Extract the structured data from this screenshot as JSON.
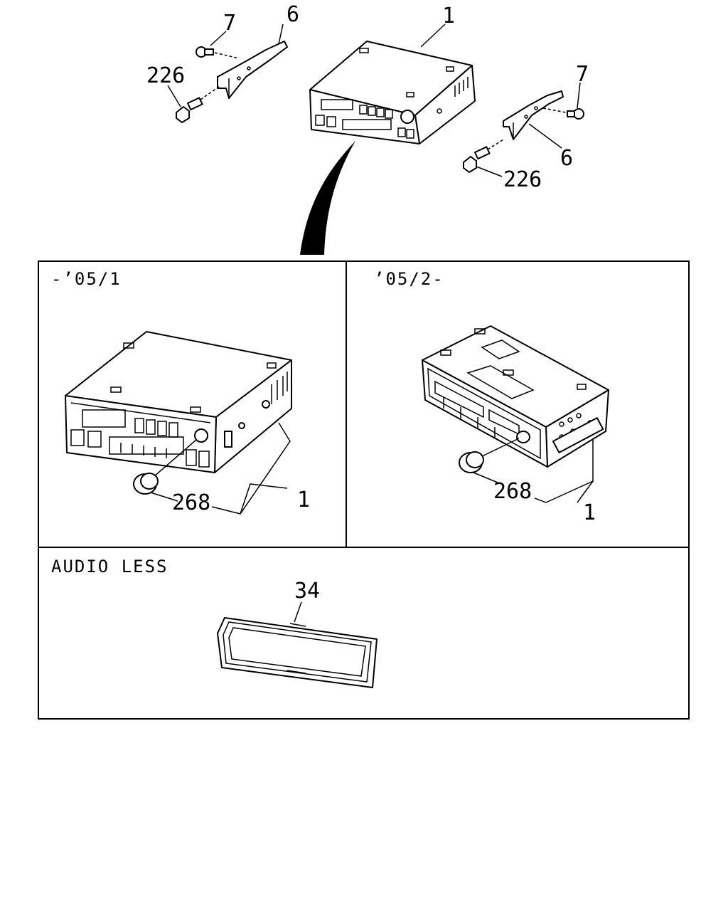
{
  "callouts": {
    "top_unit": "1",
    "left_bracket": "6",
    "left_screw": "7",
    "left_bolt": "226",
    "right_screw": "7",
    "right_bracket": "6",
    "right_bolt": "226",
    "panel_a_knob": "268",
    "panel_a_unit": "1",
    "panel_b_knob": "268",
    "panel_b_unit": "1",
    "panel_c_bezel": "34"
  },
  "panels": {
    "a_title": "-’05/1",
    "b_title": "’05/2-",
    "c_title": "AUDIO LESS"
  }
}
